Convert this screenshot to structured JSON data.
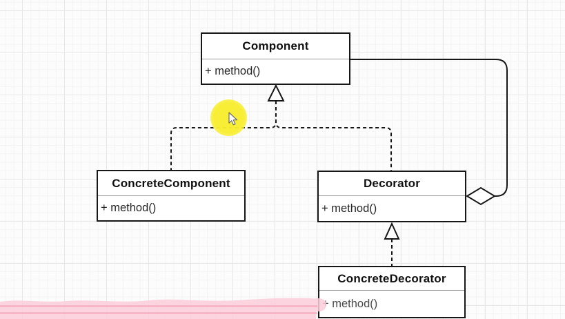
{
  "canvas": {
    "kind": "diagram-grid-canvas",
    "background": "#fcfcfc",
    "grid_minor_color": "#f4f4f4",
    "grid_major_color": "#e8e8e8",
    "accent_highlight_color": "#f8ee30",
    "scribble_highlight_color": "#f9c3d2"
  },
  "diagram": {
    "type": "uml-class-diagram",
    "pattern": "Decorator",
    "classes": [
      {
        "name": "Component",
        "method": "+ method()"
      },
      {
        "name": "ConcreteComponent",
        "method": "+ method()"
      },
      {
        "name": "Decorator",
        "method": "+ method()"
      },
      {
        "name": "ConcreteDecorator",
        "method": "+ method()"
      }
    ],
    "relationships": [
      {
        "from": "ConcreteComponent",
        "to": "Component",
        "type": "realization",
        "line": "dashed",
        "head": "hollow-triangle"
      },
      {
        "from": "Decorator",
        "to": "Component",
        "type": "realization",
        "line": "dashed",
        "head": "hollow-triangle"
      },
      {
        "from": "ConcreteDecorator",
        "to": "Decorator",
        "type": "realization",
        "line": "dashed",
        "head": "hollow-triangle"
      },
      {
        "from": "Decorator",
        "to": "Component",
        "type": "aggregation",
        "line": "solid",
        "tail": "hollow-diamond"
      }
    ]
  }
}
